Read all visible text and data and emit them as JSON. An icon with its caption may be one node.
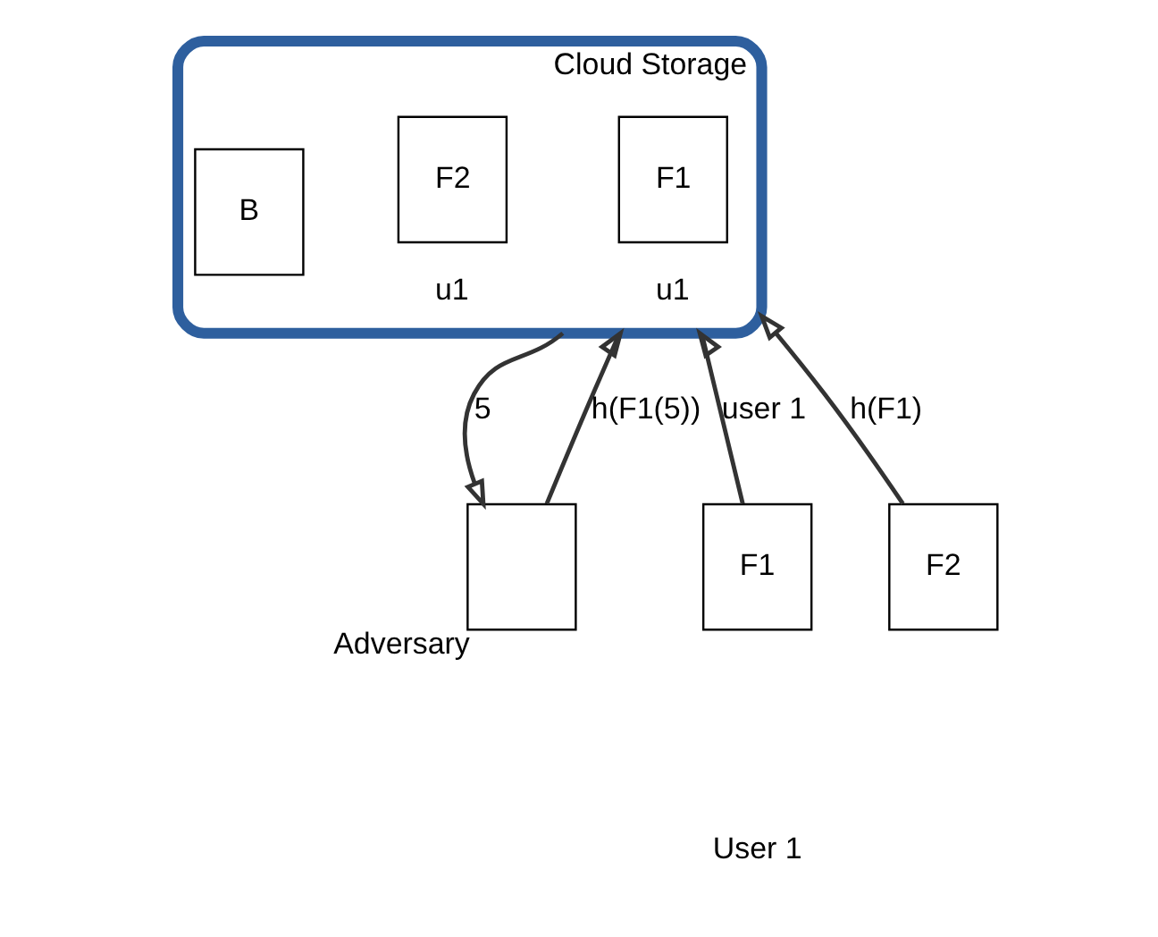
{
  "diagram": {
    "nodes": [
      {
        "text": [
          "Cloud Storage"
        ]
      },
      {
        "text": [
          "F1"
        ],
        "in": 0,
        "beside": [
          "u1"
        ]
      },
      {
        "text": [
          "F2"
        ],
        "in": 0,
        "beside": [
          "u1"
        ]
      },
      {
        "text": [
          "B"
        ],
        "in": 0
      },
      {
        "text": [
          "F1"
        ]
      },
      {
        "text": [
          "F2"
        ]
      },
      {
        "text": [],
        "shape": "box",
        "beside": [
          "Adversary"
        ]
      }
    ],
    "edges": [
      {
        "from": 4,
        "to": 0,
        "arrow": "to",
        "label": "user 1"
      },
      {
        "from": 5,
        "to": 0,
        "arrow": "to",
        "label": "h(F1)"
      },
      {
        "from": 0,
        "to": 6,
        "arrow": "to",
        "label": "5"
      },
      {
        "from": 6,
        "to": 0,
        "arrow": "to",
        "label": "h(F1(5))"
      }
    ],
    "labels": [
      "User 1"
    ]
  }
}
